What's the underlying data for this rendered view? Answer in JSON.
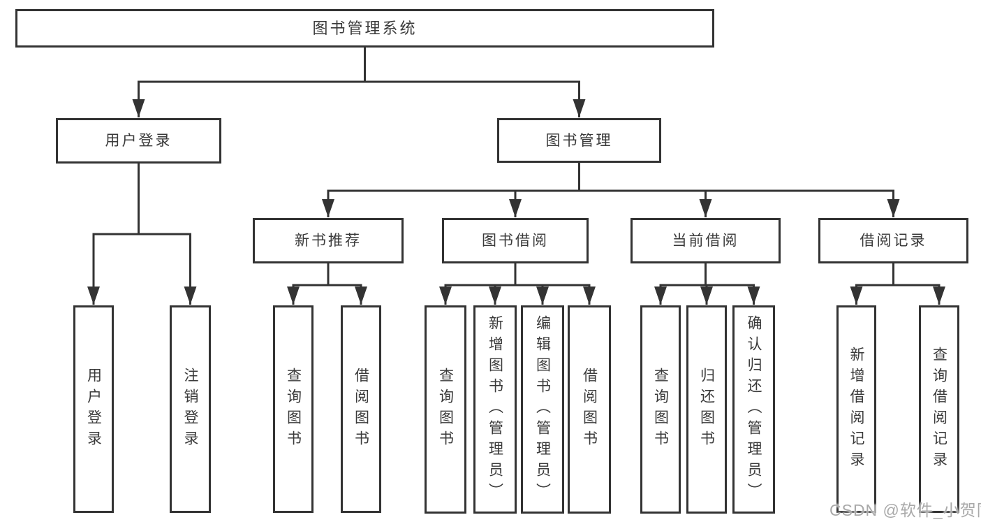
{
  "colors": {
    "line": "#333333",
    "text": "#3a3a3a",
    "background": "#ffffff",
    "watermark": "#a9a9a9"
  },
  "watermark": "CSDN @软件_小贺同学",
  "tree": {
    "label": "图书管理系统",
    "children": [
      {
        "label": "用户登录",
        "children": [
          {
            "label": "用户登录"
          },
          {
            "label": "注销登录"
          }
        ]
      },
      {
        "label": "图书管理",
        "children": [
          {
            "label": "新书推荐",
            "children": [
              {
                "label": "查询图书"
              },
              {
                "label": "借阅图书"
              }
            ]
          },
          {
            "label": "图书借阅",
            "children": [
              {
                "label": "查询图书"
              },
              {
                "label": "新增图书（管理员）"
              },
              {
                "label": "编辑图书（管理员）"
              },
              {
                "label": "借阅图书"
              }
            ]
          },
          {
            "label": "当前借阅",
            "children": [
              {
                "label": "查询图书"
              },
              {
                "label": "归还图书"
              },
              {
                "label": "确认归还（管理员）"
              }
            ]
          },
          {
            "label": "借阅记录",
            "children": [
              {
                "label": "新增借阅记录"
              },
              {
                "label": "查询借阅记录"
              }
            ]
          }
        ]
      }
    ]
  }
}
